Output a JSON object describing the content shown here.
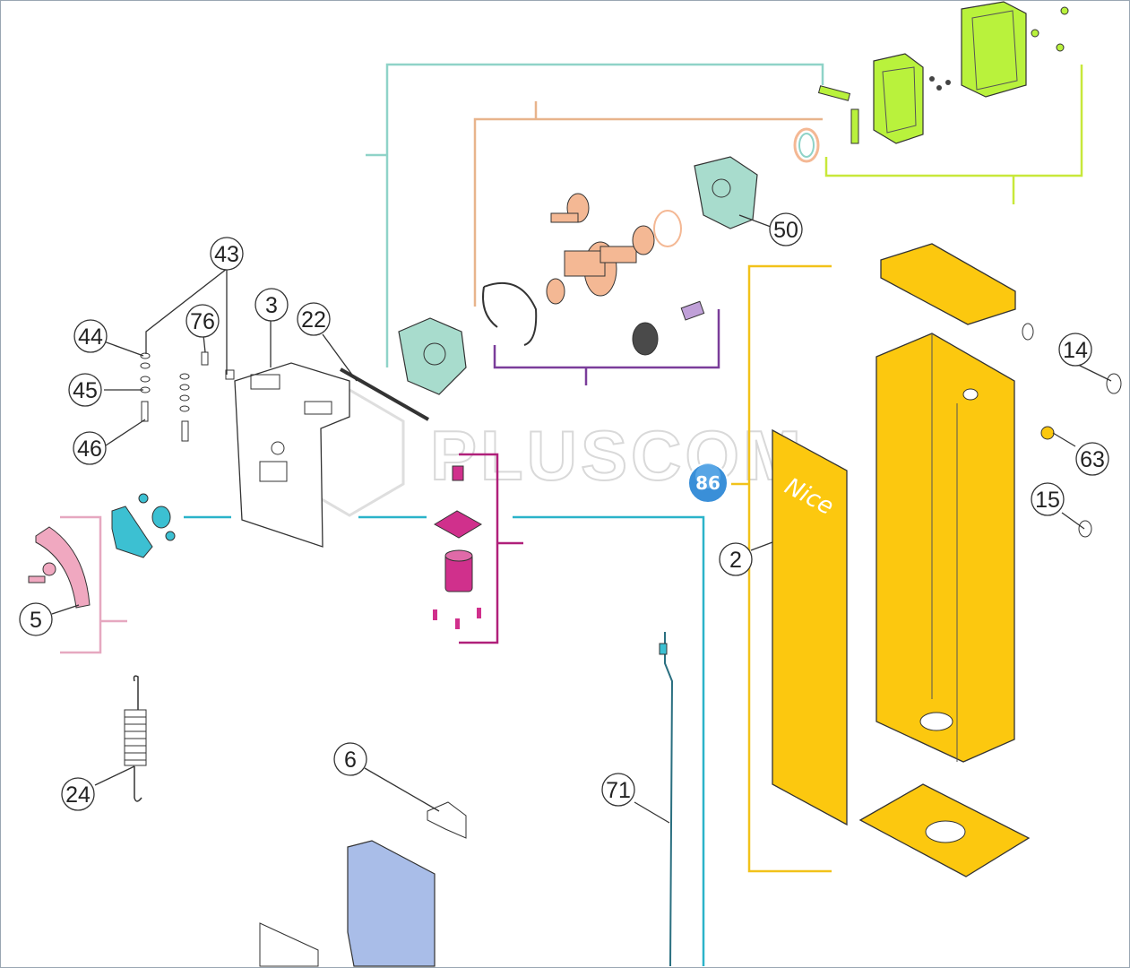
{
  "watermark": "PLUSCOM",
  "badge": "86",
  "brand_mark": "Nice",
  "callouts": {
    "c43": "43",
    "c44": "44",
    "c45": "45",
    "c46": "46",
    "c76": "76",
    "c3": "3",
    "c22": "22",
    "c50": "50",
    "c14": "14",
    "c63": "63",
    "c15": "15",
    "c2": "2",
    "c5": "5",
    "c24": "24",
    "c6": "6",
    "c71": "71"
  },
  "colors": {
    "teal_group": "#8fd3c8",
    "peach_group": "#e8b48c",
    "purple_group": "#7a3d9a",
    "lime_group": "#c8e83a",
    "yellow_group": "#f2c21a",
    "cyan_line": "#2bb3c9",
    "magenta_group": "#b0207a",
    "pink_group": "#e6a8c0",
    "cabinet_fill": "#fcc80f",
    "lime_fill": "#b9f23c",
    "mint_fill": "#a8dccd",
    "peach_fill": "#f4b894",
    "magenta_fill": "#d0308c",
    "cyan_fill": "#3cc0d2",
    "pink_fill": "#f0a8c0",
    "blue_fill": "#a9bde8"
  }
}
